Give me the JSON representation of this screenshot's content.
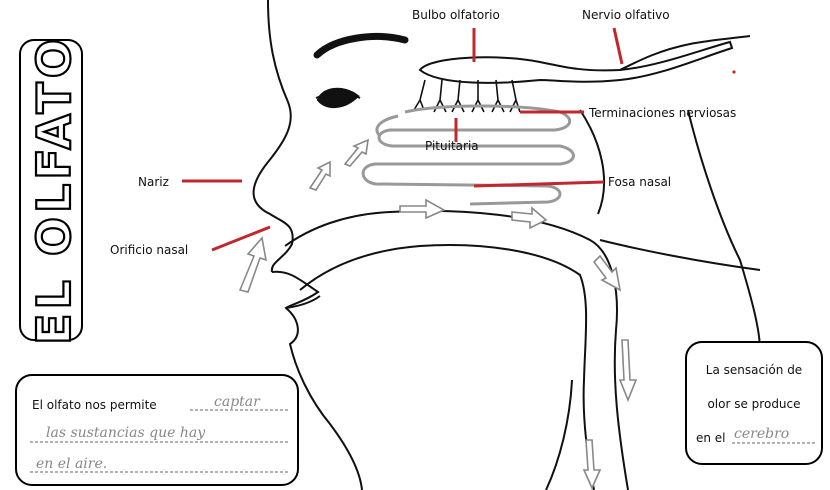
{
  "title": "EL OLFATO",
  "labels": {
    "bulbo": "Bulbo olfatorio",
    "nervio": "Nervio olfativo",
    "terminaciones": "Terminaciones nerviosas",
    "pituitaria": "Pituitaria",
    "nariz": "Nariz",
    "fosa": "Fosa nasal",
    "orificio": "Orificio nasal"
  },
  "box_left": {
    "prefix": "El olfato nos permite",
    "answer1": "captar",
    "answer2": "las sustancias que hay",
    "answer3": "en el aire."
  },
  "box_right": {
    "line1": "La sensación de",
    "line2": "olor se produce",
    "line3_prefix": "en el",
    "answer": "cerebro"
  },
  "colors": {
    "label_line": "#c0282d",
    "outline": "#111111",
    "membrane": "#999999",
    "handwriting": "#888888"
  }
}
